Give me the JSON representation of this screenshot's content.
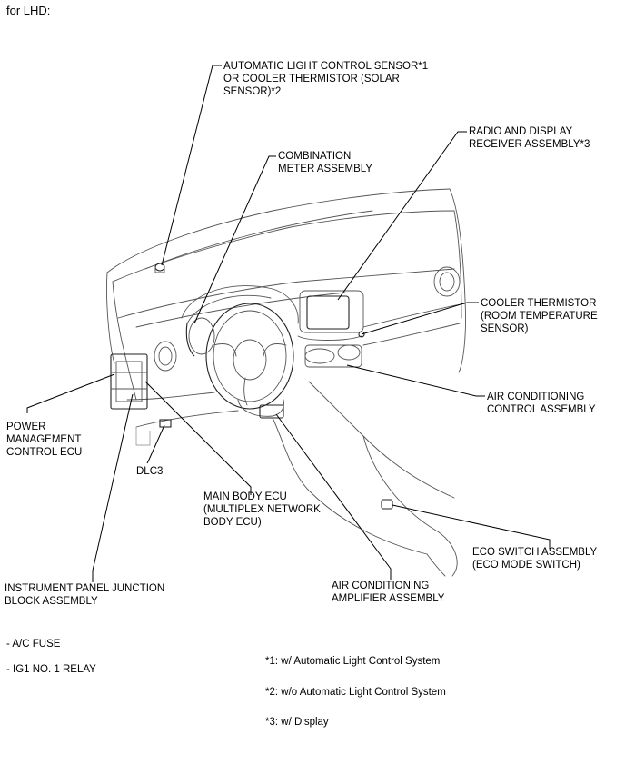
{
  "header": {
    "text": "for LHD:"
  },
  "labels": {
    "auto_light_sensor": [
      "AUTOMATIC LIGHT CONTROL SENSOR*1",
      "OR COOLER THERMISTOR (SOLAR",
      "SENSOR)*2"
    ],
    "combination_meter": [
      "COMBINATION",
      "METER ASSEMBLY"
    ],
    "radio_display": [
      "RADIO AND DISPLAY",
      "RECEIVER ASSEMBLY*3"
    ],
    "cooler_thermistor": [
      "COOLER THERMISTOR",
      "(ROOM TEMPERATURE",
      "SENSOR)"
    ],
    "ac_control": [
      "AIR CONDITIONING",
      "CONTROL ASSEMBLY"
    ],
    "power_mgmt_ecu": [
      "POWER",
      "MANAGEMENT",
      "CONTROL ECU"
    ],
    "dlc3": [
      "DLC3"
    ],
    "main_body_ecu": [
      "MAIN BODY ECU",
      "(MULTIPLEX NETWORK",
      "BODY ECU)"
    ],
    "eco_switch": [
      "ECO SWITCH ASSEMBLY",
      "(ECO MODE SWITCH)"
    ],
    "ip_junction_block": [
      "INSTRUMENT PANEL JUNCTION",
      "BLOCK ASSEMBLY"
    ],
    "ac_amplifier": [
      "AIR CONDITIONING",
      "AMPLIFIER ASSEMBLY"
    ]
  },
  "junction_block_items": [
    "- A/C FUSE",
    "- IG1 NO. 1 RELAY"
  ],
  "footnotes": [
    "*1: w/ Automatic Light Control System",
    "*2: w/o Automatic Light Control System",
    "*3: w/ Display"
  ]
}
